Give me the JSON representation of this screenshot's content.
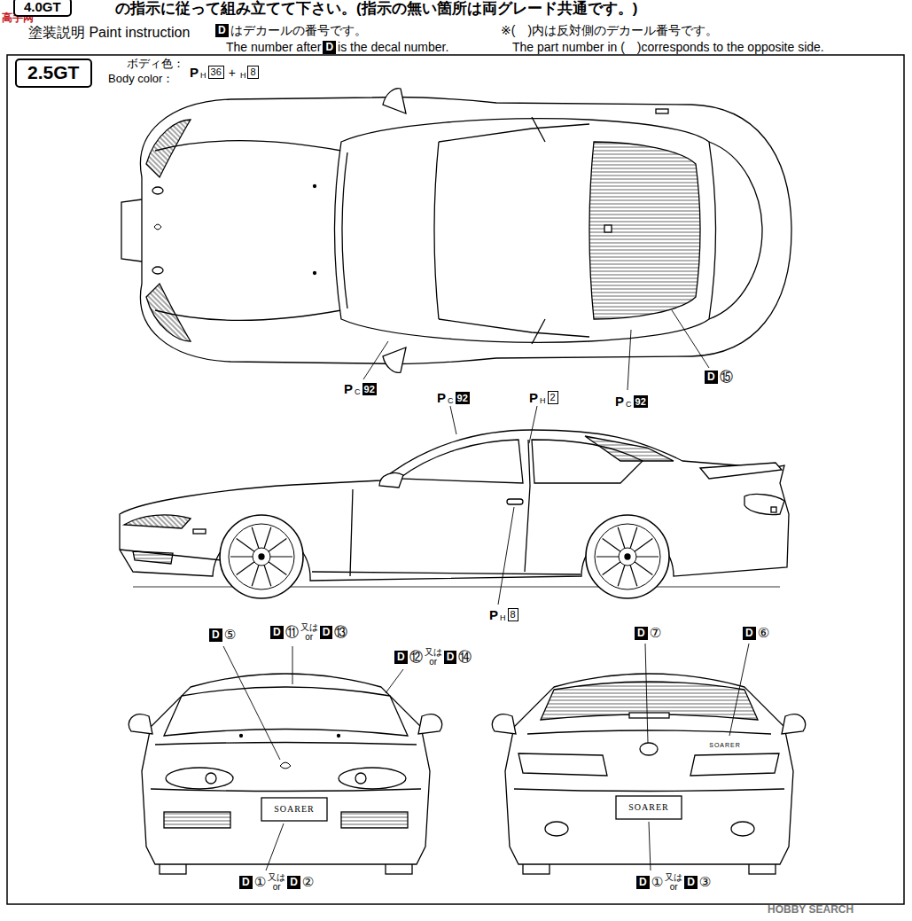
{
  "diagram": {
    "title": "塗装説明 Paint instruction",
    "nodes": [
      {
        "text": [
          "4.0GT"
        ]
      },
      {
        "text": [
          "2.5GT"
        ]
      }
    ],
    "labels": [
      "の指示に従って組み立てて下さい。(指示の無い箇所は両グレード共通です。)",
      "高手网",
      "D",
      "はデカールの番号です。",
      "The number after",
      "D",
      "is the decal number.",
      "※(　)内は反対側のデカール番号です。",
      "The part number in (　)corresponds to the opposite side.",
      "ボディ色：",
      "Body color：",
      "P",
      "H",
      "36",
      "+",
      "H",
      "8",
      "P",
      "C",
      "92",
      "P",
      "C",
      "92",
      "P",
      "H",
      "2",
      "P",
      "C",
      "92",
      "D",
      "⑮",
      "P",
      "H",
      "8",
      "D",
      "⑤",
      "D",
      "⑪",
      "又は",
      "or",
      "D",
      "⑬",
      "D",
      "⑫",
      "又は",
      "or",
      "D",
      "⑭",
      "D",
      "⑦",
      "D",
      "⑥",
      "D",
      "①",
      "又は",
      "or",
      "D",
      "②",
      "D",
      "①",
      "又は",
      "or",
      "D",
      "③",
      "SOARER",
      "SOARER",
      "SOARER",
      "HOBBY SEARCH"
    ]
  }
}
